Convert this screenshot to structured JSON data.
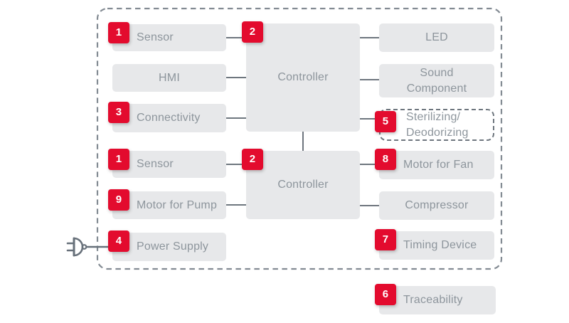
{
  "colors": {
    "badge_red": "#e30b2e",
    "block_gray": "#e7e8ea",
    "text_gray": "#8d959c",
    "line_gray": "#6e767e",
    "boundary_gray": "#838b93"
  },
  "nodes": {
    "sensor_top": {
      "badge": "1",
      "label": "Sensor"
    },
    "hmi": {
      "label": "HMI"
    },
    "connectivity": {
      "badge": "3",
      "label": "Connectivity"
    },
    "controller_top": {
      "badge": "2",
      "label": "Controller"
    },
    "led": {
      "label": "LED"
    },
    "sound_component": {
      "label": "Sound Component",
      "line1": "Sound",
      "line2": "Component"
    },
    "sterilizing": {
      "badge": "5",
      "label": "Sterilizing/Deodorizing",
      "line1": "Sterilizing/",
      "line2": "Deodorizing"
    },
    "sensor_bottom": {
      "badge": "1",
      "label": "Sensor"
    },
    "controller_bottom": {
      "badge": "2",
      "label": "Controller"
    },
    "motor_for_fan": {
      "badge": "8",
      "label": "Motor for Fan"
    },
    "motor_for_pump": {
      "badge": "9",
      "label": "Motor for Pump"
    },
    "compressor": {
      "label": "Compressor"
    },
    "power_supply": {
      "badge": "4",
      "label": "Power Supply"
    },
    "timing_device": {
      "badge": "7",
      "label": "Timing Device"
    },
    "traceability": {
      "badge": "6",
      "label": "Traceability"
    }
  }
}
